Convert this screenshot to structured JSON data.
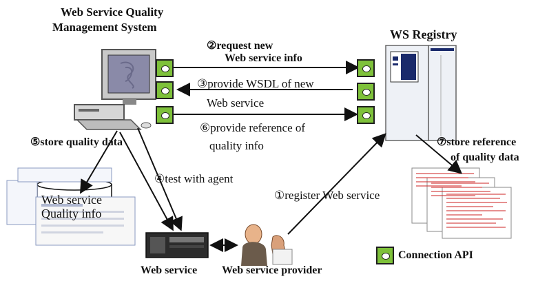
{
  "title": "Web Service Quality Management System",
  "title_line1": "Web Service Quality",
  "title_line2": "Management System",
  "registry_label": "WS Registry",
  "steps": {
    "s1": "①register  Web service",
    "s2_line1": "②request new",
    "s2_line2": "Web service info",
    "s3_line1": "③provide WSDL of new",
    "s3_line2": "Web service",
    "s4": "④test with agent",
    "s5": "⑤store quality data",
    "s6_line1": "⑥provide reference of",
    "s6_line2": "quality info",
    "s7_line1": "⑦store reference",
    "s7_line2": "of quality data"
  },
  "database": {
    "line1": "Web service",
    "line2": "Quality info"
  },
  "web_service_label": "Web service",
  "provider_label": "Web service provider",
  "legend": {
    "icon": "connection-api-icon",
    "label": "Connection API"
  },
  "colors": {
    "api_green": "#7ec13a",
    "registry_blue": "#1a2a6b",
    "doc_red": "#cc2222"
  }
}
